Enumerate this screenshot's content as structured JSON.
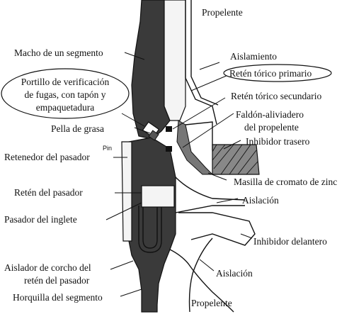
{
  "labels": {
    "propelente_top": "Propelente",
    "macho": "Macho de un segmento",
    "aislamiento": "Aislamiento",
    "reten_primario": "Retén tórico primario",
    "portillo_l1": "Portillo de verificación",
    "portillo_l2": "de fugas, con tapón y",
    "portillo_l3": "empaquetadura",
    "reten_secundario": "Retén tórico secundario",
    "faldon_l1": "Faldón-aliviadero",
    "faldon_l2": "del propelente",
    "pella": "Pella de grasa",
    "pin": "Pin",
    "inhibidor_trasero": "Inhibidor trasero",
    "retenedor": "Retenedor del pasador",
    "masilla": "Masilla de cromato de zinc",
    "reten_pasador": "Retén del pasador",
    "aislacion_1": "Aislación",
    "pasador_inglete": "Pasador del inglete",
    "inhibidor_delantero": "Inhibidor delantero",
    "aislador_l1": "Aislador de corcho del",
    "aislador_l2": "retén del pasador",
    "aislacion_2": "Aislación",
    "horquilla": "Horquilla del segmento",
    "propelente_bottom": "Propelente"
  }
}
